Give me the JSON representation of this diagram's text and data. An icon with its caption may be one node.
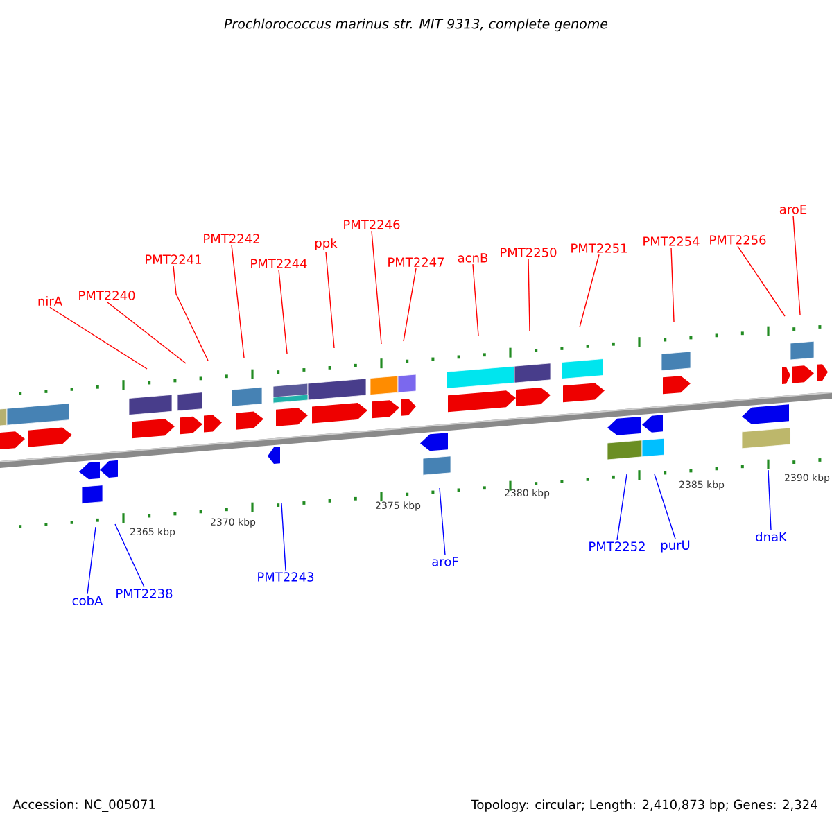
{
  "diagram": {
    "title": "Prochlorococcus marinus str. MIT 9313, complete genome",
    "nodes": [
      {
        "text": [
          "nirA"
        ]
      },
      {
        "text": [
          "PMT2240"
        ]
      },
      {
        "text": [
          "PMT2241"
        ]
      },
      {
        "text": [
          "PMT2242"
        ]
      },
      {
        "text": [
          "PMT2244"
        ]
      },
      {
        "text": [
          "ppk"
        ]
      },
      {
        "text": [
          "PMT2246"
        ]
      },
      {
        "text": [
          "PMT2247"
        ]
      },
      {
        "text": [
          "acnB"
        ]
      },
      {
        "text": [
          "PMT2250"
        ]
      },
      {
        "text": [
          "PMT2251"
        ]
      },
      {
        "text": [
          "PMT2254"
        ]
      },
      {
        "text": [
          "PMT2256"
        ]
      },
      {
        "text": [
          "aroE"
        ]
      },
      {
        "text": [
          "cobA"
        ]
      },
      {
        "text": [
          "PMT2238"
        ]
      },
      {
        "text": [
          "PMT2243"
        ]
      },
      {
        "text": [
          "aroF"
        ]
      },
      {
        "text": [
          "PMT2252"
        ]
      },
      {
        "text": [
          "purU"
        ]
      },
      {
        "text": [
          "dnaK"
        ]
      }
    ],
    "edges": [
      {
        "from": 0,
        "to": null,
        "arrow": "none"
      },
      {
        "from": 1,
        "to": null,
        "arrow": "none"
      },
      {
        "from": 2,
        "to": null,
        "arrow": "none"
      },
      {
        "from": 3,
        "to": null,
        "arrow": "none"
      },
      {
        "from": 4,
        "to": null,
        "arrow": "none"
      },
      {
        "from": 5,
        "to": null,
        "arrow": "none"
      },
      {
        "from": 6,
        "to": null,
        "arrow": "none"
      },
      {
        "from": 7,
        "to": null,
        "arrow": "none"
      },
      {
        "from": 8,
        "to": null,
        "arrow": "none"
      },
      {
        "from": 9,
        "to": null,
        "arrow": "none"
      },
      {
        "from": 10,
        "to": null,
        "arrow": "none"
      },
      {
        "from": 11,
        "to": null,
        "arrow": "none"
      },
      {
        "from": 12,
        "to": null,
        "arrow": "none"
      },
      {
        "from": 13,
        "to": null,
        "arrow": "none"
      },
      {
        "from": 14,
        "to": null,
        "arrow": "none",
        "color": "#0000ff"
      },
      {
        "from": 15,
        "to": null,
        "arrow": "none",
        "color": "#0000ff"
      },
      {
        "from": 16,
        "to": null,
        "arrow": "none",
        "color": "#0000ff"
      },
      {
        "from": 17,
        "to": null,
        "arrow": "none",
        "color": "#0000ff"
      },
      {
        "from": 18,
        "to": null,
        "arrow": "none",
        "color": "#0000ff"
      },
      {
        "from": 19,
        "to": null,
        "arrow": "none",
        "color": "#0000ff"
      },
      {
        "from": 20,
        "to": null,
        "arrow": "none",
        "color": "#0000ff"
      }
    ],
    "labels": [
      "2365 kbp",
      "2370 kbp",
      "2375 kbp",
      "2380 kbp",
      "2385 kbp",
      "2390 kbp",
      "Accession: NC_005071",
      "Topology: circular; Length: 2,410,873 bp; Genes: 2,324"
    ]
  }
}
